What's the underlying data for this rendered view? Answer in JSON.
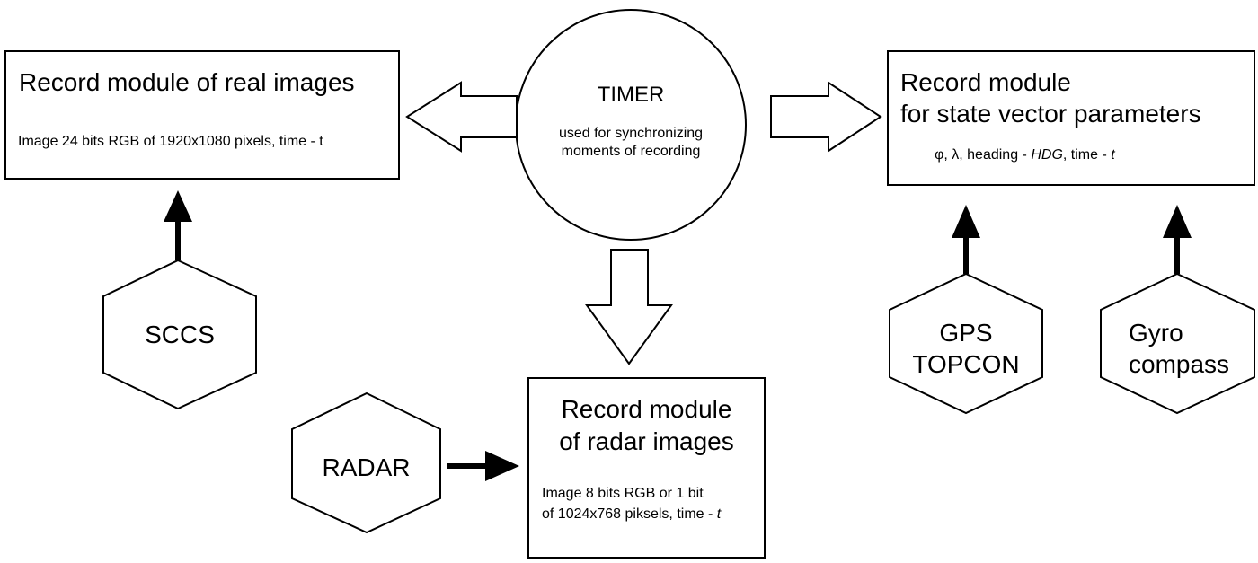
{
  "timer": {
    "title": "TIMER",
    "desc_line1": "used for synchronizing",
    "desc_line2": "moments of recording"
  },
  "real_images": {
    "title": "Record module of real images",
    "desc": "Image 24 bits RGB of 1920x1080 pixels, time - t"
  },
  "state_vector": {
    "title_line1": "Record module",
    "title_line2": "for state vector parameters",
    "desc_prefix": "φ, λ, heading - ",
    "desc_hdg": "HDG",
    "desc_mid": ", time - ",
    "desc_t": "t"
  },
  "radar_images": {
    "title_line1": "Record module",
    "title_line2": "of radar images",
    "desc_line1": "Image 8 bits RGB or 1 bit",
    "desc_line2_prefix": "of 1024x768 piksels, time - ",
    "desc_line2_t": "t"
  },
  "sources": {
    "sccs": "SCCS",
    "radar": "RADAR",
    "gps_line1": "GPS",
    "gps_line2": "TOPCON",
    "gyro_line1": "Gyro",
    "gyro_line2": "compass"
  }
}
